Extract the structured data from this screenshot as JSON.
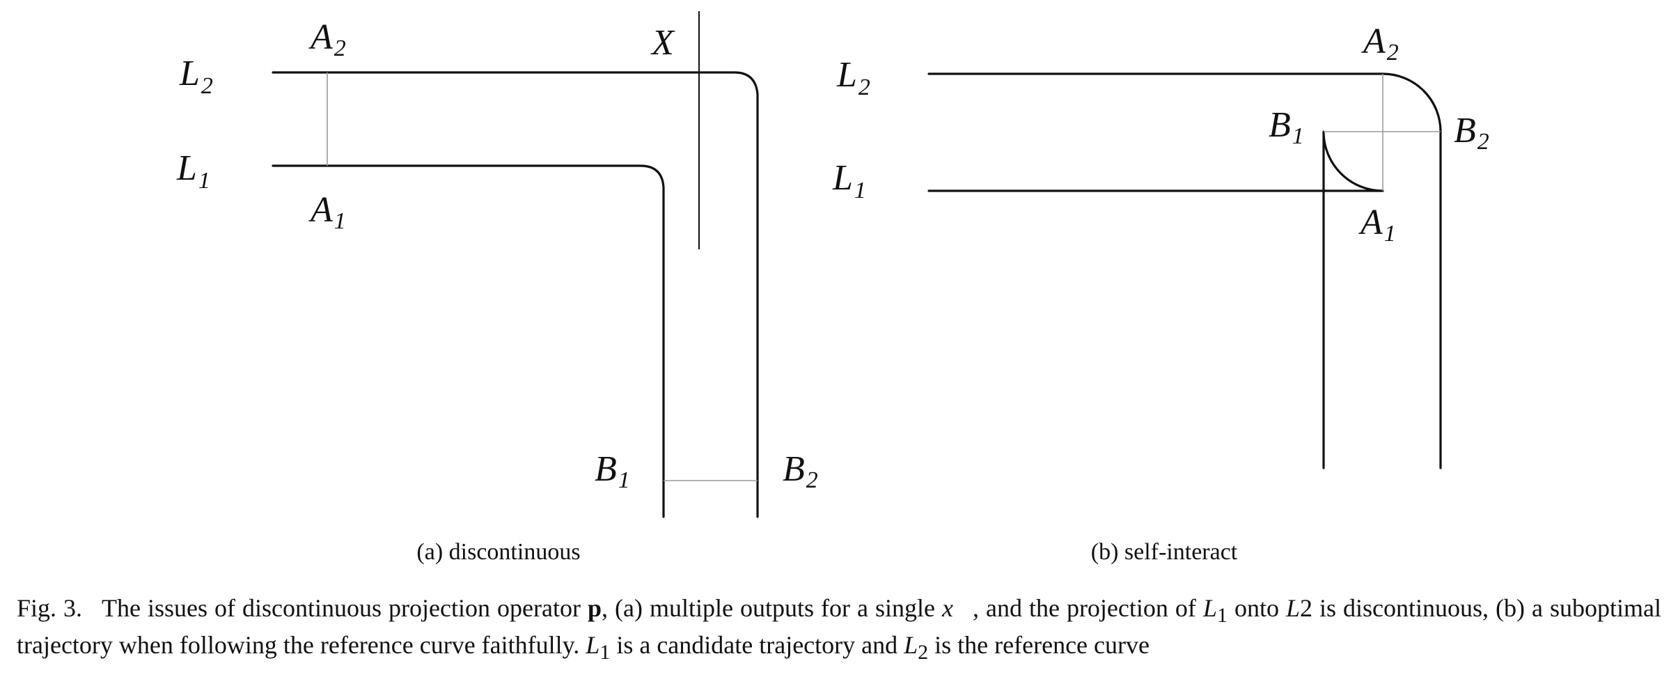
{
  "panel_a": {
    "labels": {
      "L2": "L",
      "L2_sub": "2",
      "L1": "L",
      "L1_sub": "1",
      "A2": "A",
      "A2_sub": "2",
      "A1": "A",
      "A1_sub": "1",
      "X": "X",
      "B1": "B",
      "B1_sub": "1",
      "B2": "B",
      "B2_sub": "2"
    },
    "caption": "(a)  discontinuous"
  },
  "panel_b": {
    "labels": {
      "L2": "L",
      "L2_sub": "2",
      "L1": "L",
      "L1_sub": "1",
      "A2": "A",
      "A2_sub": "2",
      "A1": "A",
      "A1_sub": "1",
      "B1": "B",
      "B1_sub": "1",
      "B2": "B",
      "B2_sub": "2"
    },
    "caption": "(b)  self-interact"
  },
  "caption": {
    "fig_number": "Fig. 3.",
    "part1": "The issues of discontinuous projection operator ",
    "operator": "p",
    "part2": ", (a) multiple outputs for a single ",
    "vec": "x⃗",
    "part3": ", and the projection of ",
    "L": "L",
    "sub1": "1",
    "part4": " onto ",
    "L2_text": "L",
    "num2": "2",
    "part5": " is discontinuous, (b) a suboptimal trajectory when following the reference curve faithfully. ",
    "L_b": "L",
    "sub1_b": "1",
    "part6": " is a candidate trajectory and ",
    "L_c": "L",
    "sub2_c": "2",
    "part7": " is the reference curve"
  }
}
